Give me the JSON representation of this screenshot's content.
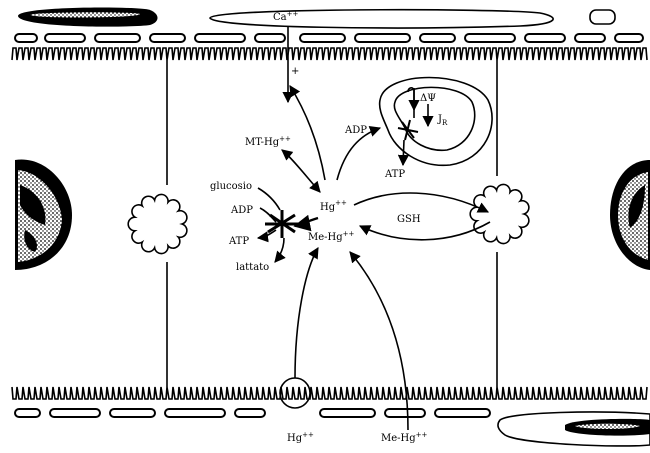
{
  "diagram": {
    "ion_labels": {
      "ca_top": "Ca",
      "ca_top_charge": "++",
      "plus_sign": "+",
      "mt_hg": "MT-Hg",
      "mt_hg_charge": "++",
      "hg": "Hg",
      "hg_charge": "++",
      "me_hg": "Me-Hg",
      "me_hg_charge": "++",
      "hg_bottom": "Hg",
      "hg_bottom_charge": "++",
      "me_hg_bottom": "Me-Hg",
      "me_hg_bottom_charge": "++"
    },
    "metabolism_labels": {
      "glucosio": "glucosio",
      "adp_left": "ADP",
      "atp_left": "ATP",
      "lattato": "lattato",
      "adp_mito": "ADP",
      "atp_mito": "ATP",
      "gsh": "GSH"
    },
    "mitochondrion_labels": {
      "delta_psi": "ΔΨ",
      "j": "J",
      "j_subscript": "R"
    }
  }
}
